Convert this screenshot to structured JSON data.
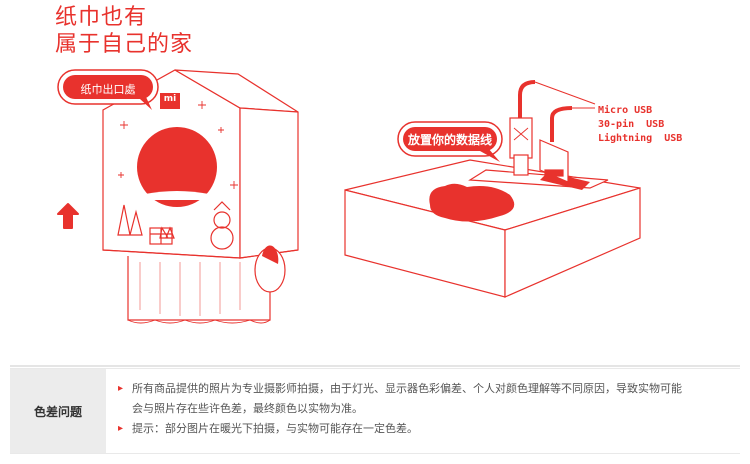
{
  "headline": {
    "line1": "纸巾也有",
    "line2": "属于自己的家"
  },
  "labels": {
    "tissue_outlet": "纸巾出口處",
    "brand_logo": "mi",
    "cable_slot": "放置你的数据线"
  },
  "cables": [
    "Micro USB",
    "30-pin  USB",
    "Lightning  USB"
  ],
  "notice": {
    "title": "色差问题",
    "lines": [
      "所有商品提供的照片为专业摄影师拍摄，由于灯光、显示器色彩偏差、个人对颜色理解等不同原因，导致实物可能",
      "会与照片存在些许色差，最终颜色以实物为准。",
      "提示：部分图片在暖光下拍摄，与实物可能存在一定色差。"
    ]
  },
  "colors": {
    "accent": "#e8322d",
    "outline": "#e8322d",
    "label_bg": "#ececec"
  }
}
